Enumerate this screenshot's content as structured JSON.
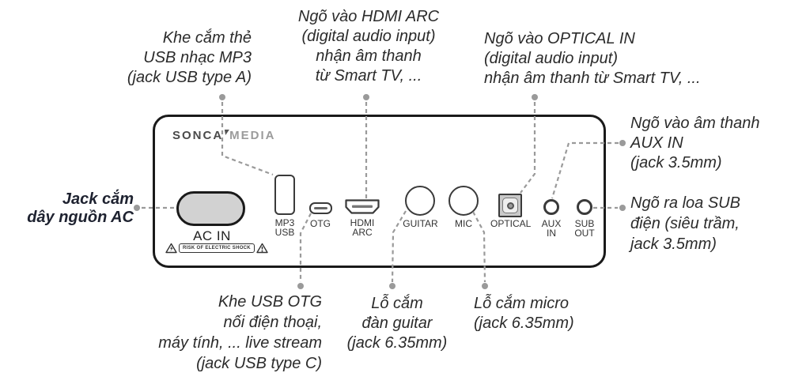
{
  "brand": {
    "sonca": "SONCA",
    "media": "MEDIA"
  },
  "panel": {
    "warning_text": "RISK OF ELECTRIC SHOCK",
    "ports": {
      "ac_in": {
        "label": "AC IN"
      },
      "mp3_usb": {
        "lines": [
          "MP3",
          "USB"
        ]
      },
      "otg": {
        "label": "OTG"
      },
      "hdmi": {
        "lines": [
          "HDMI",
          "ARC"
        ]
      },
      "guitar": {
        "label": "GUITAR"
      },
      "mic": {
        "label": "MIC"
      },
      "optical": {
        "label": "OPTICAL"
      },
      "aux_in": {
        "lines": [
          "AUX",
          "IN"
        ]
      },
      "sub_out": {
        "lines": [
          "SUB",
          "OUT"
        ]
      }
    }
  },
  "callouts": {
    "usb_mp3": {
      "lines": [
        "Khe cắm thẻ",
        "USB nhạc MP3",
        "(jack USB type A)"
      ]
    },
    "hdmi_arc": {
      "lines": [
        "Ngõ vào HDMI ARC",
        "(digital audio input)",
        "nhận âm thanh",
        "từ Smart TV, ..."
      ]
    },
    "optical_in": {
      "lines": [
        "Ngõ vào OPTICAL IN",
        "(digital audio input)",
        "nhận âm thanh từ Smart TV, ..."
      ]
    },
    "aux_in": {
      "lines": [
        "Ngõ vào âm thanh",
        "AUX IN",
        "(jack 3.5mm)"
      ]
    },
    "sub_out": {
      "lines": [
        "Ngõ ra loa SUB",
        "điện (siêu trầm,",
        "jack 3.5mm)"
      ]
    },
    "ac_power": {
      "lines": [
        "Jack cắm",
        "dây nguồn AC"
      ]
    },
    "usb_otg": {
      "lines": [
        "Khe USB OTG",
        "nối điện thoại,",
        "máy tính, ... live stream",
        "(jack USB type C)"
      ]
    },
    "guitar": {
      "lines": [
        "Lỗ cắm",
        "đàn guitar",
        "(jack 6.35mm)"
      ]
    },
    "mic": {
      "lines": [
        "Lỗ cắm micro",
        "(jack 6.35mm)"
      ]
    }
  },
  "colors": {
    "panel_border": "#1a1a1a",
    "callout_line": "#9a9a9a",
    "label_text": "#2b2b2b",
    "port_outline": "#3a3a3a",
    "ac_fill": "#d2d2d2",
    "logo_dark": "#4a4a4a",
    "logo_light": "#9b9b9b"
  }
}
